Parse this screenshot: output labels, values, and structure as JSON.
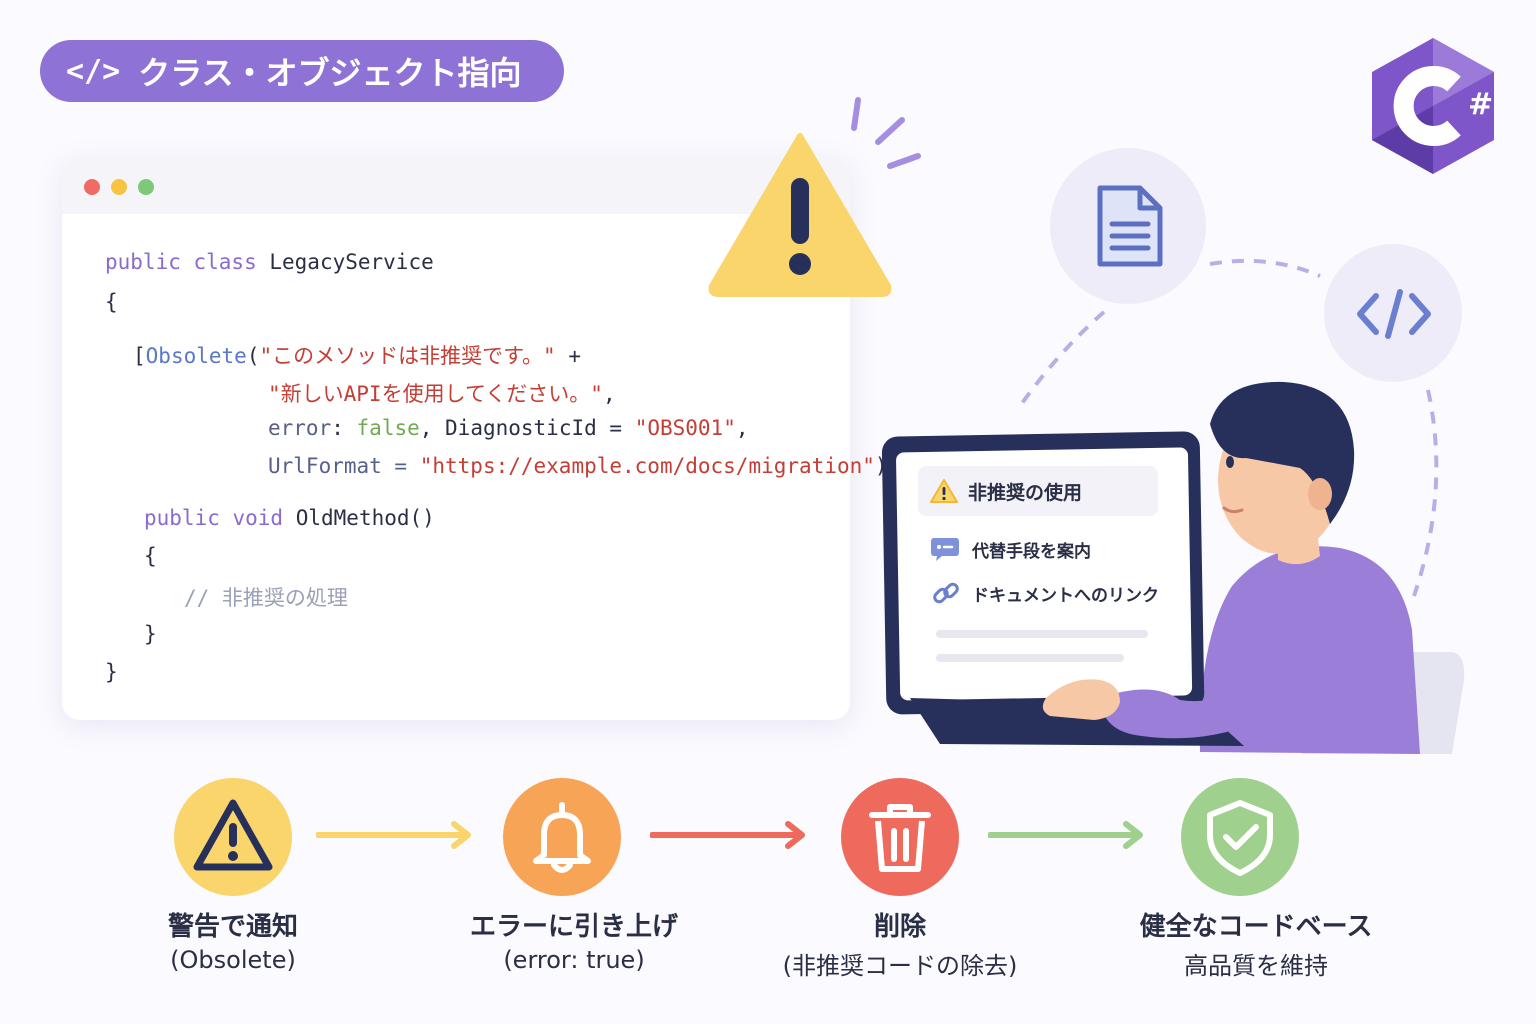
{
  "header": {
    "tag": "</>",
    "title": "クラス・オブジェクト指向"
  },
  "logo": {
    "mark": "#"
  },
  "code": {
    "l1_kw": "public class",
    "l1_name": "LegacyService",
    "open1": "{",
    "attr_open": "[",
    "attr_name": "Obsolete",
    "attr_paren": "(",
    "msg1": "\"このメソッドは非推奨です。\"",
    "plus": "+",
    "msg2": "\"新しいAPIを使用してください。\"",
    "comma": ",",
    "error_key": "error",
    "error_colon": ":",
    "error_val": "false",
    "diag_key": ", DiagnosticId =",
    "diag_val": "\"OBS001\"",
    "url_key": "UrlFormat =",
    "url_val": "\"https://example.com/docs/migration\"",
    "url_close": ")]",
    "method_kw": "public void",
    "method_name": "OldMethod()",
    "open2": "{",
    "comment": "// 非推奨の処理",
    "close2": "}",
    "close1": "}"
  },
  "laptop_screen": {
    "warning": "非推奨の使用",
    "item1": "代替手段を案内",
    "item2": "ドキュメントへのリンク"
  },
  "icons": [
    "code-tag-icon",
    "csharp-logo",
    "warning-icon",
    "document-icon",
    "chat-icon",
    "link-icon",
    "bell-icon",
    "trash-icon",
    "shield-check-icon"
  ],
  "flow": [
    {
      "title": "警告で通知",
      "sub": "(Obsolete)",
      "color": "#f9d56b"
    },
    {
      "title": "エラーに引き上げ",
      "sub": "(error: true)",
      "color": "#f8a457"
    },
    {
      "title": "削除",
      "sub": "(非推奨コードの除去)",
      "color": "#ee6a5d"
    },
    {
      "title": "健全なコードベース",
      "sub": "高品質を維持",
      "color": "#9fd08d"
    }
  ],
  "colors": {
    "accent": "#8f72d6",
    "warning": "#f9d56b",
    "navy": "#27305a"
  }
}
